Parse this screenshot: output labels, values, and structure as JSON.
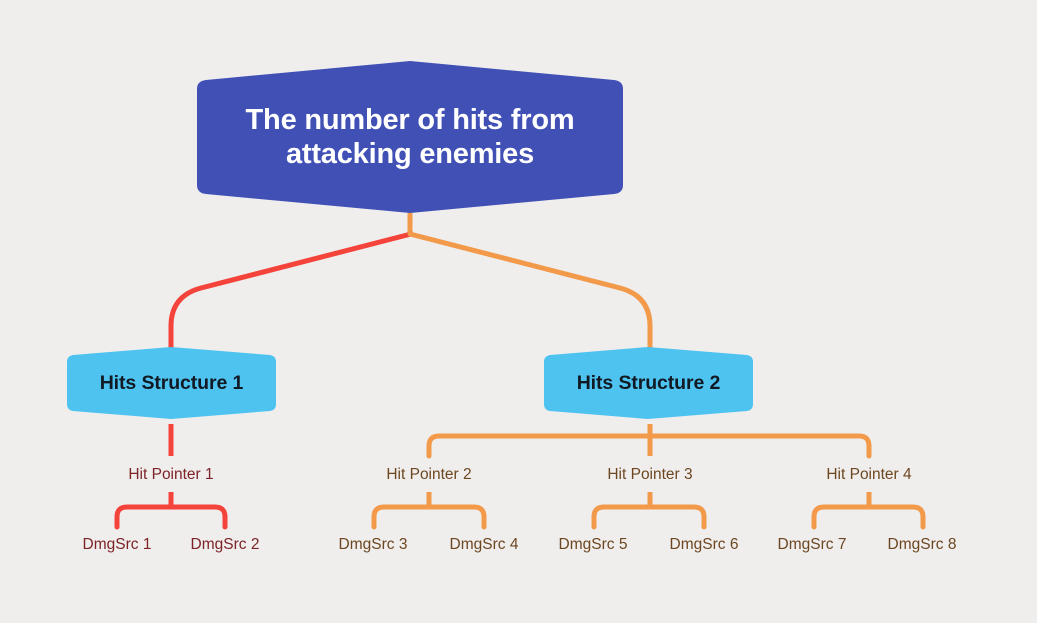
{
  "diagram": {
    "type": "mind-map-tree",
    "background_color": "#efeeed",
    "root": {
      "label": "The number of hits from\nattacking enemies",
      "fill": "#4050b5",
      "text_color": "#ffffff"
    },
    "branches": [
      {
        "label": "Hits Structure 1",
        "fill": "#4ec3f0",
        "text_color": "#111a24",
        "edge_color": "#f4433a",
        "pointers": [
          {
            "label": "Hit Pointer 1",
            "text_color": "#7d2327",
            "sources": [
              {
                "label": "DmgSrc 1",
                "text_color": "#7d2327"
              },
              {
                "label": "DmgSrc 2",
                "text_color": "#7d2327"
              }
            ]
          }
        ]
      },
      {
        "label": "Hits Structure 2",
        "fill": "#4ec3f0",
        "text_color": "#111a24",
        "edge_color": "#f2994a",
        "pointers": [
          {
            "label": "Hit Pointer 2",
            "text_color": "#6d4620",
            "sources": [
              {
                "label": "DmgSrc 3",
                "text_color": "#6d4620"
              },
              {
                "label": "DmgSrc 4",
                "text_color": "#6d4620"
              }
            ]
          },
          {
            "label": "Hit Pointer 3",
            "text_color": "#6d4620",
            "sources": [
              {
                "label": "DmgSrc 5",
                "text_color": "#6d4620"
              },
              {
                "label": "DmgSrc 6",
                "text_color": "#6d4620"
              }
            ]
          },
          {
            "label": "Hit Pointer 4",
            "text_color": "#6d4620",
            "sources": [
              {
                "label": "DmgSrc 7",
                "text_color": "#6d4620"
              },
              {
                "label": "DmgSrc 8",
                "text_color": "#6d4620"
              }
            ]
          }
        ]
      }
    ],
    "colors": {
      "red": "#f4433a",
      "orange": "#f2994a",
      "blue_node": "#4ec3f0",
      "indigo_node": "#4050b5",
      "background": "#efeeed"
    }
  }
}
